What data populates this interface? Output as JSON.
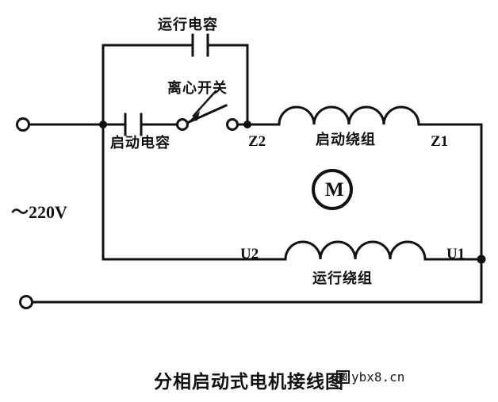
{
  "diagram": {
    "title": "分相启动式电机接线图",
    "supply_label": "～220V",
    "watermark": {
      "badge": "图",
      "text": "ybx8.cn"
    },
    "labels": {
      "run_capacitor": "运行电容",
      "start_capacitor": "启动电容",
      "centrifugal_switch": "离心开关",
      "start_winding": "启动绕组",
      "run_winding": "运行绕组",
      "motor": "M"
    },
    "terminals": {
      "z2": "Z2",
      "z1": "Z1",
      "u2": "U2",
      "u1": "U1"
    },
    "colors": {
      "wire": "#111111",
      "background": "#ffffff",
      "text": "#111111"
    },
    "components": [
      {
        "name": "run-capacitor",
        "type": "capacitor",
        "label": "运行电容"
      },
      {
        "name": "start-capacitor",
        "type": "capacitor",
        "label": "启动电容"
      },
      {
        "name": "centrifugal-switch",
        "type": "switch",
        "label": "离心开关",
        "state": "open"
      },
      {
        "name": "start-winding",
        "type": "inductor",
        "label": "启动绕组",
        "coils": 4,
        "terminals": [
          "Z2",
          "Z1"
        ]
      },
      {
        "name": "run-winding",
        "type": "inductor",
        "label": "运行绕组",
        "coils": 4,
        "terminals": [
          "U2",
          "U1"
        ]
      },
      {
        "name": "motor",
        "type": "motor",
        "label": "M"
      },
      {
        "name": "supply-terminal-top",
        "type": "terminal"
      },
      {
        "name": "supply-terminal-bottom",
        "type": "terminal"
      }
    ]
  }
}
